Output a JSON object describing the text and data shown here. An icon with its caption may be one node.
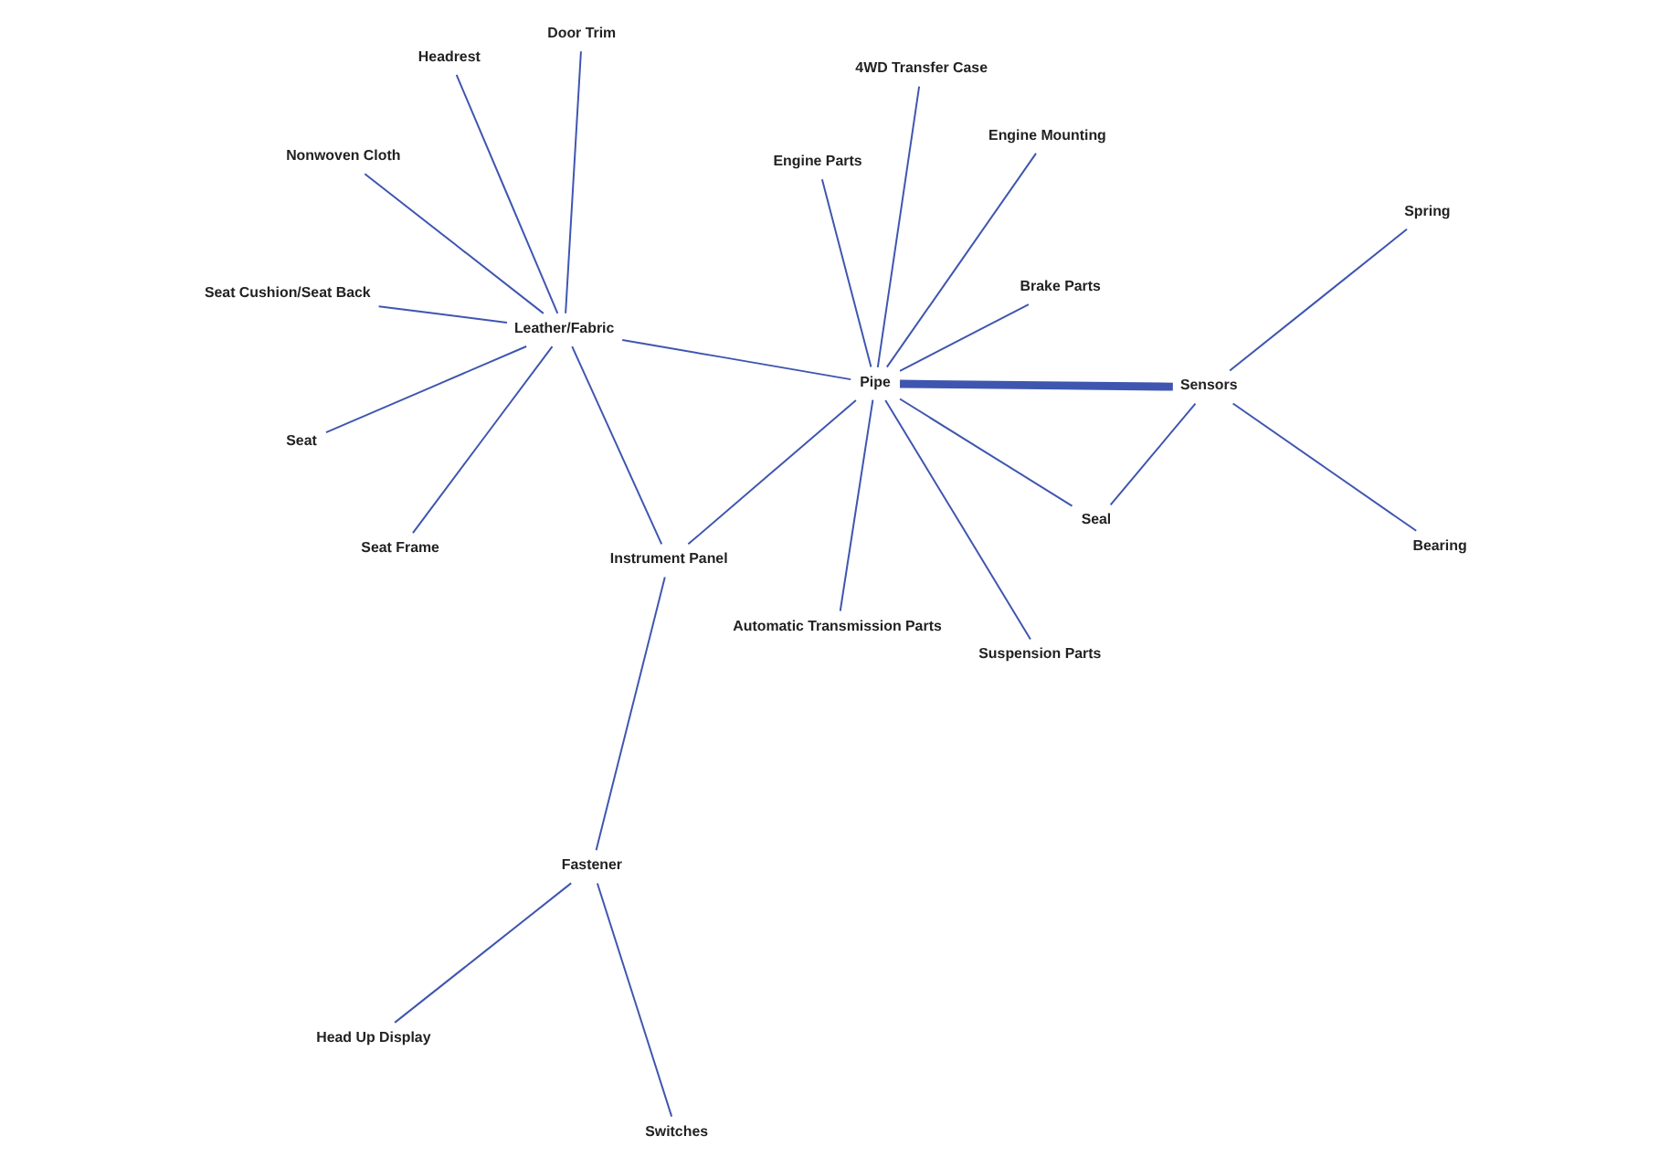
{
  "diagram": {
    "nodes": [
      {
        "text": [
          "Automatic Transmission Parts"
        ]
      },
      {
        "text": [
          "Brake Parts"
        ]
      },
      {
        "text": [
          "Suspension Parts"
        ]
      },
      {
        "text": [
          "4WD Transfer Case"
        ]
      },
      {
        "text": [
          "Engine Mounting"
        ]
      },
      {
        "text": [
          "Engine Parts"
        ]
      },
      {
        "text": [
          "Seat"
        ]
      },
      {
        "text": [
          "Bearing"
        ]
      },
      {
        "text": [
          "Seal"
        ]
      },
      {
        "text": [
          "Pipe"
        ]
      },
      {
        "text": [
          "Switches"
        ]
      },
      {
        "text": [
          "Nonwoven Cloth"
        ]
      },
      {
        "text": [
          "Sensors"
        ]
      },
      {
        "text": [
          "Leather/Fabric"
        ]
      },
      {
        "text": [
          "Spring"
        ]
      },
      {
        "text": [
          "Fastener"
        ]
      },
      {
        "text": [
          "Seat Frame"
        ]
      },
      {
        "text": [
          "Instrument Panel"
        ]
      },
      {
        "text": [
          "Door Trim"
        ]
      },
      {
        "text": [
          "Head Up Display"
        ]
      },
      {
        "text": [
          "Headrest"
        ]
      },
      {
        "text": [
          "Seat Cushion/Seat Back"
        ]
      }
    ],
    "edges": [
      {
        "from": 9,
        "to": 0,
        "arrow": "none"
      },
      {
        "from": 9,
        "to": 1,
        "arrow": "none"
      },
      {
        "from": 9,
        "to": 2,
        "arrow": "none"
      },
      {
        "from": 9,
        "to": 3,
        "arrow": "none"
      },
      {
        "from": 9,
        "to": 4,
        "arrow": "none"
      },
      {
        "from": 9,
        "to": 5,
        "arrow": "none"
      },
      {
        "from": 9,
        "to": 8,
        "arrow": "none"
      },
      {
        "from": 9,
        "to": 12,
        "arrow": "none",
        "style": "thick"
      },
      {
        "from": 9,
        "to": 13,
        "arrow": "none"
      },
      {
        "from": 9,
        "to": 17,
        "arrow": "none"
      },
      {
        "from": 8,
        "to": 12,
        "arrow": "none"
      },
      {
        "from": 7,
        "to": 12,
        "arrow": "none"
      },
      {
        "from": 12,
        "to": 14,
        "arrow": "none"
      },
      {
        "from": 13,
        "to": 6,
        "arrow": "none"
      },
      {
        "from": 13,
        "to": 11,
        "arrow": "none"
      },
      {
        "from": 13,
        "to": 16,
        "arrow": "none"
      },
      {
        "from": 13,
        "to": 18,
        "arrow": "none"
      },
      {
        "from": 13,
        "to": 20,
        "arrow": "none"
      },
      {
        "from": 13,
        "to": 21,
        "arrow": "none"
      },
      {
        "from": 13,
        "to": 17,
        "arrow": "none"
      },
      {
        "from": 15,
        "to": 10,
        "arrow": "none"
      },
      {
        "from": 15,
        "to": 19,
        "arrow": "none"
      },
      {
        "from": 15,
        "to": 17,
        "arrow": "none"
      }
    ]
  }
}
